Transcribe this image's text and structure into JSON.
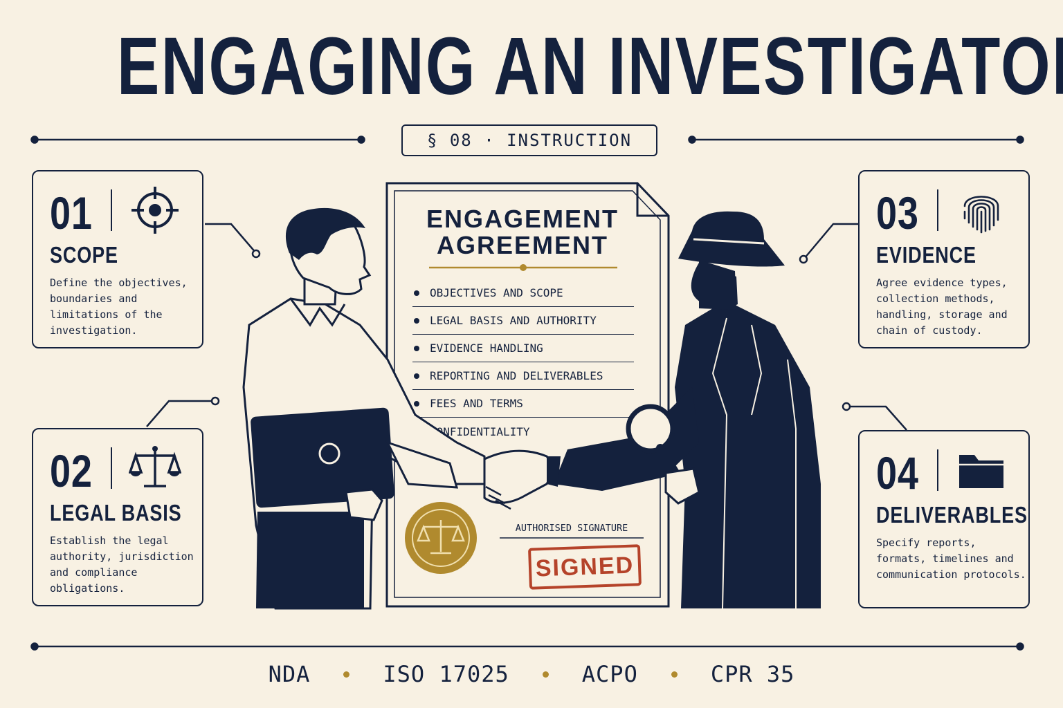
{
  "title": "ENGAGING AN INVESTIGATOR",
  "section_tag": "§ 08 · INSTRUCTION",
  "cards": [
    {
      "num": "01",
      "heading": "SCOPE",
      "desc": "Define the objectives, boundaries and limitations of the investigation.",
      "icon": "target-icon"
    },
    {
      "num": "02",
      "heading": "LEGAL BASIS",
      "desc": "Establish the legal authority, jurisdiction and compliance obligations.",
      "icon": "scales-icon"
    },
    {
      "num": "03",
      "heading": "EVIDENCE",
      "desc": "Agree evidence types, collection methods, handling, storage and chain of custody.",
      "icon": "fingerprint-icon"
    },
    {
      "num": "04",
      "heading": "DELIVERABLES",
      "desc": "Specify reports, formats, timelines and communication protocols.",
      "icon": "folder-icon"
    }
  ],
  "document": {
    "heading_line1": "ENGAGEMENT",
    "heading_line2": "AGREEMENT",
    "items": [
      "OBJECTIVES AND SCOPE",
      "LEGAL BASIS AND AUTHORITY",
      "EVIDENCE HANDLING",
      "REPORTING AND DELIVERABLES",
      "FEES AND TERMS",
      "CONFIDENTIALITY"
    ],
    "signature_label": "AUTHORISED SIGNATURE",
    "stamp": "SIGNED"
  },
  "footer": [
    "NDA",
    "ISO 17025",
    "ACPO",
    "CPR 35"
  ],
  "colors": {
    "navy": "#14213d",
    "paper": "#f8f1e3",
    "gold": "#b08a2e",
    "stamp_red": "#b5432a"
  }
}
